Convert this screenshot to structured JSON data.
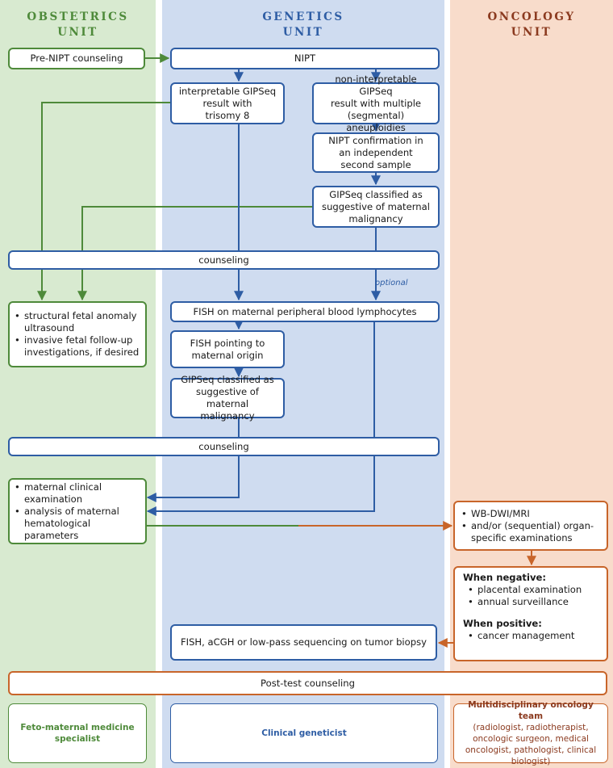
{
  "units": {
    "obstetrics": {
      "line1": "OBSTETRICS",
      "line2": "UNIT",
      "color": "#4e8a3a"
    },
    "genetics": {
      "line1": "GENETICS",
      "line2": "UNIT",
      "color": "#2e5da4"
    },
    "oncology": {
      "line1": "ONCOLOGY",
      "line2": "UNIT",
      "color": "#8b3a1f"
    }
  },
  "nodes": {
    "pre_nipt": "Pre-NIPT counseling",
    "nipt": "NIPT",
    "interpretable": [
      "interpretable GIPSeq",
      "result with",
      "trisomy 8"
    ],
    "non_interpretable": [
      "non-interpretable GIPSeq",
      "result with multiple",
      "(segmental) aneuploidies"
    ],
    "confirmation": [
      "NIPT confirmation in",
      "an independent",
      "second sample"
    ],
    "classified_1": [
      "GIPSeq classified as",
      "suggestive of maternal",
      "malignancy"
    ],
    "counseling_1": "counseling",
    "optional": "optional",
    "fetal_items": [
      "structural fetal anomaly ultrasound",
      "invasive fetal follow-up investigations, if desired"
    ],
    "fish_blood": "FISH on maternal peripheral blood lymphocytes",
    "fish_origin": [
      "FISH pointing to",
      "maternal origin"
    ],
    "classified_2": [
      "GIPSeq classified as",
      "suggestive of maternal",
      "malignancy"
    ],
    "counseling_2": "counseling",
    "maternal_items": [
      "maternal clinical examination",
      "analysis of maternal hematological parameters"
    ],
    "imaging_items": [
      "WB-DWI/MRI",
      "and/or (sequential) organ-specific examinations"
    ],
    "when_negative": "When negative:",
    "negative_items": [
      "placental examination",
      "annual surveillance"
    ],
    "when_positive": "When positive:",
    "positive_items": [
      "cancer management"
    ],
    "biopsy": "FISH, aCGH or low-pass sequencing on tumor biopsy",
    "post_test": "Post-test counseling"
  },
  "footers": {
    "obstetrics": "Feto-maternal medicine specialist",
    "genetics": "Clinical geneticist",
    "oncology_title": "Multidisciplinary oncology team",
    "oncology_detail": "(radiologist, radiotherapist, oncologic surgeon, medical oncologist, pathologist, clinical biologist)"
  },
  "colors": {
    "blue": "#2e5da4",
    "green": "#4e8a3a",
    "orange": "#c8652a"
  }
}
